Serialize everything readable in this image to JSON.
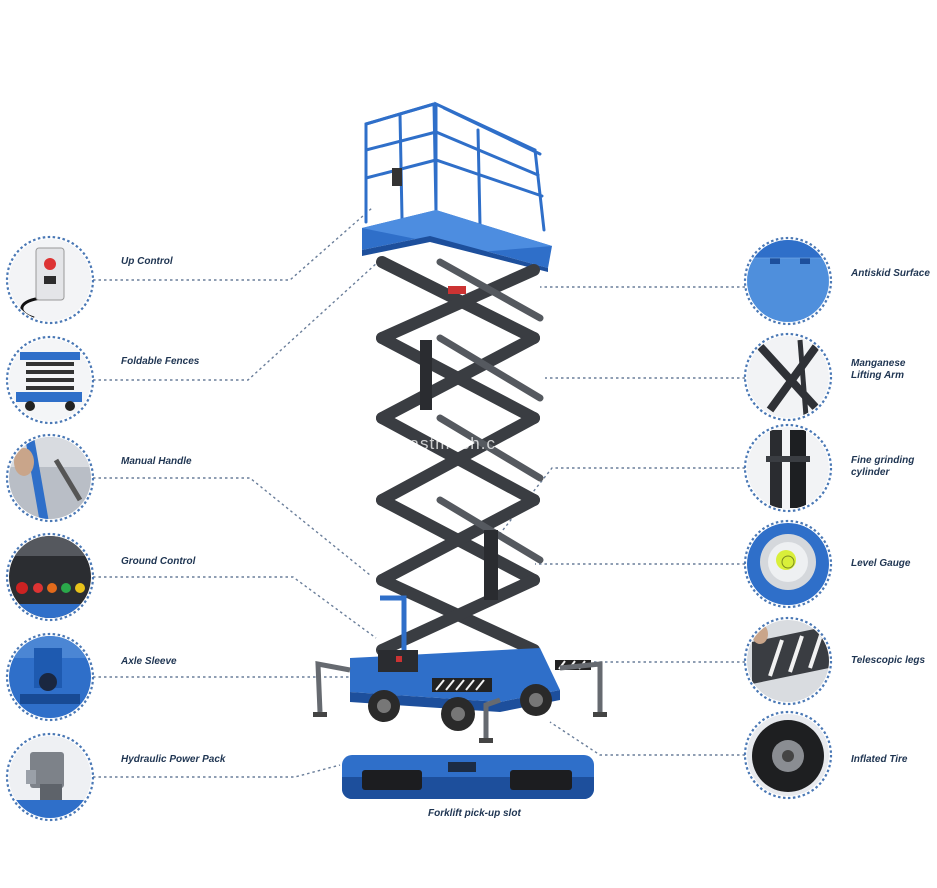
{
  "watermark": "ot.ir eastmach.c",
  "left_labels": [
    {
      "key": "up_control",
      "text": "Up Control"
    },
    {
      "key": "foldable_fences",
      "text": "Foldable Fences"
    },
    {
      "key": "manual_handle",
      "text": "Manual Handle"
    },
    {
      "key": "ground_control",
      "text": "Ground Control"
    },
    {
      "key": "axle_sleeve",
      "text": "Axle Sleeve"
    },
    {
      "key": "hydraulic_power_pack",
      "text": "Hydraulic Power Pack"
    }
  ],
  "right_labels": [
    {
      "key": "antiskid_surface",
      "text": "Antiskid Surface"
    },
    {
      "key": "manganese_lifting_arm",
      "text": "Manganese\nLifting Arm"
    },
    {
      "key": "fine_grinding_cylinder",
      "text": "Fine grinding\ncylinder"
    },
    {
      "key": "level_gauge",
      "text": "Level Gauge"
    },
    {
      "key": "telescopic_legs",
      "text": "Telescopic legs"
    },
    {
      "key": "inflated_tire",
      "text": "Inflated Tire"
    }
  ],
  "bottom_label": "Forklift pick-up slot",
  "colors": {
    "machine_blue": "#2f6fc9",
    "arm_dark": "#3a3d42",
    "connector": "#6a7e9a",
    "label_text": "#1f3552"
  }
}
